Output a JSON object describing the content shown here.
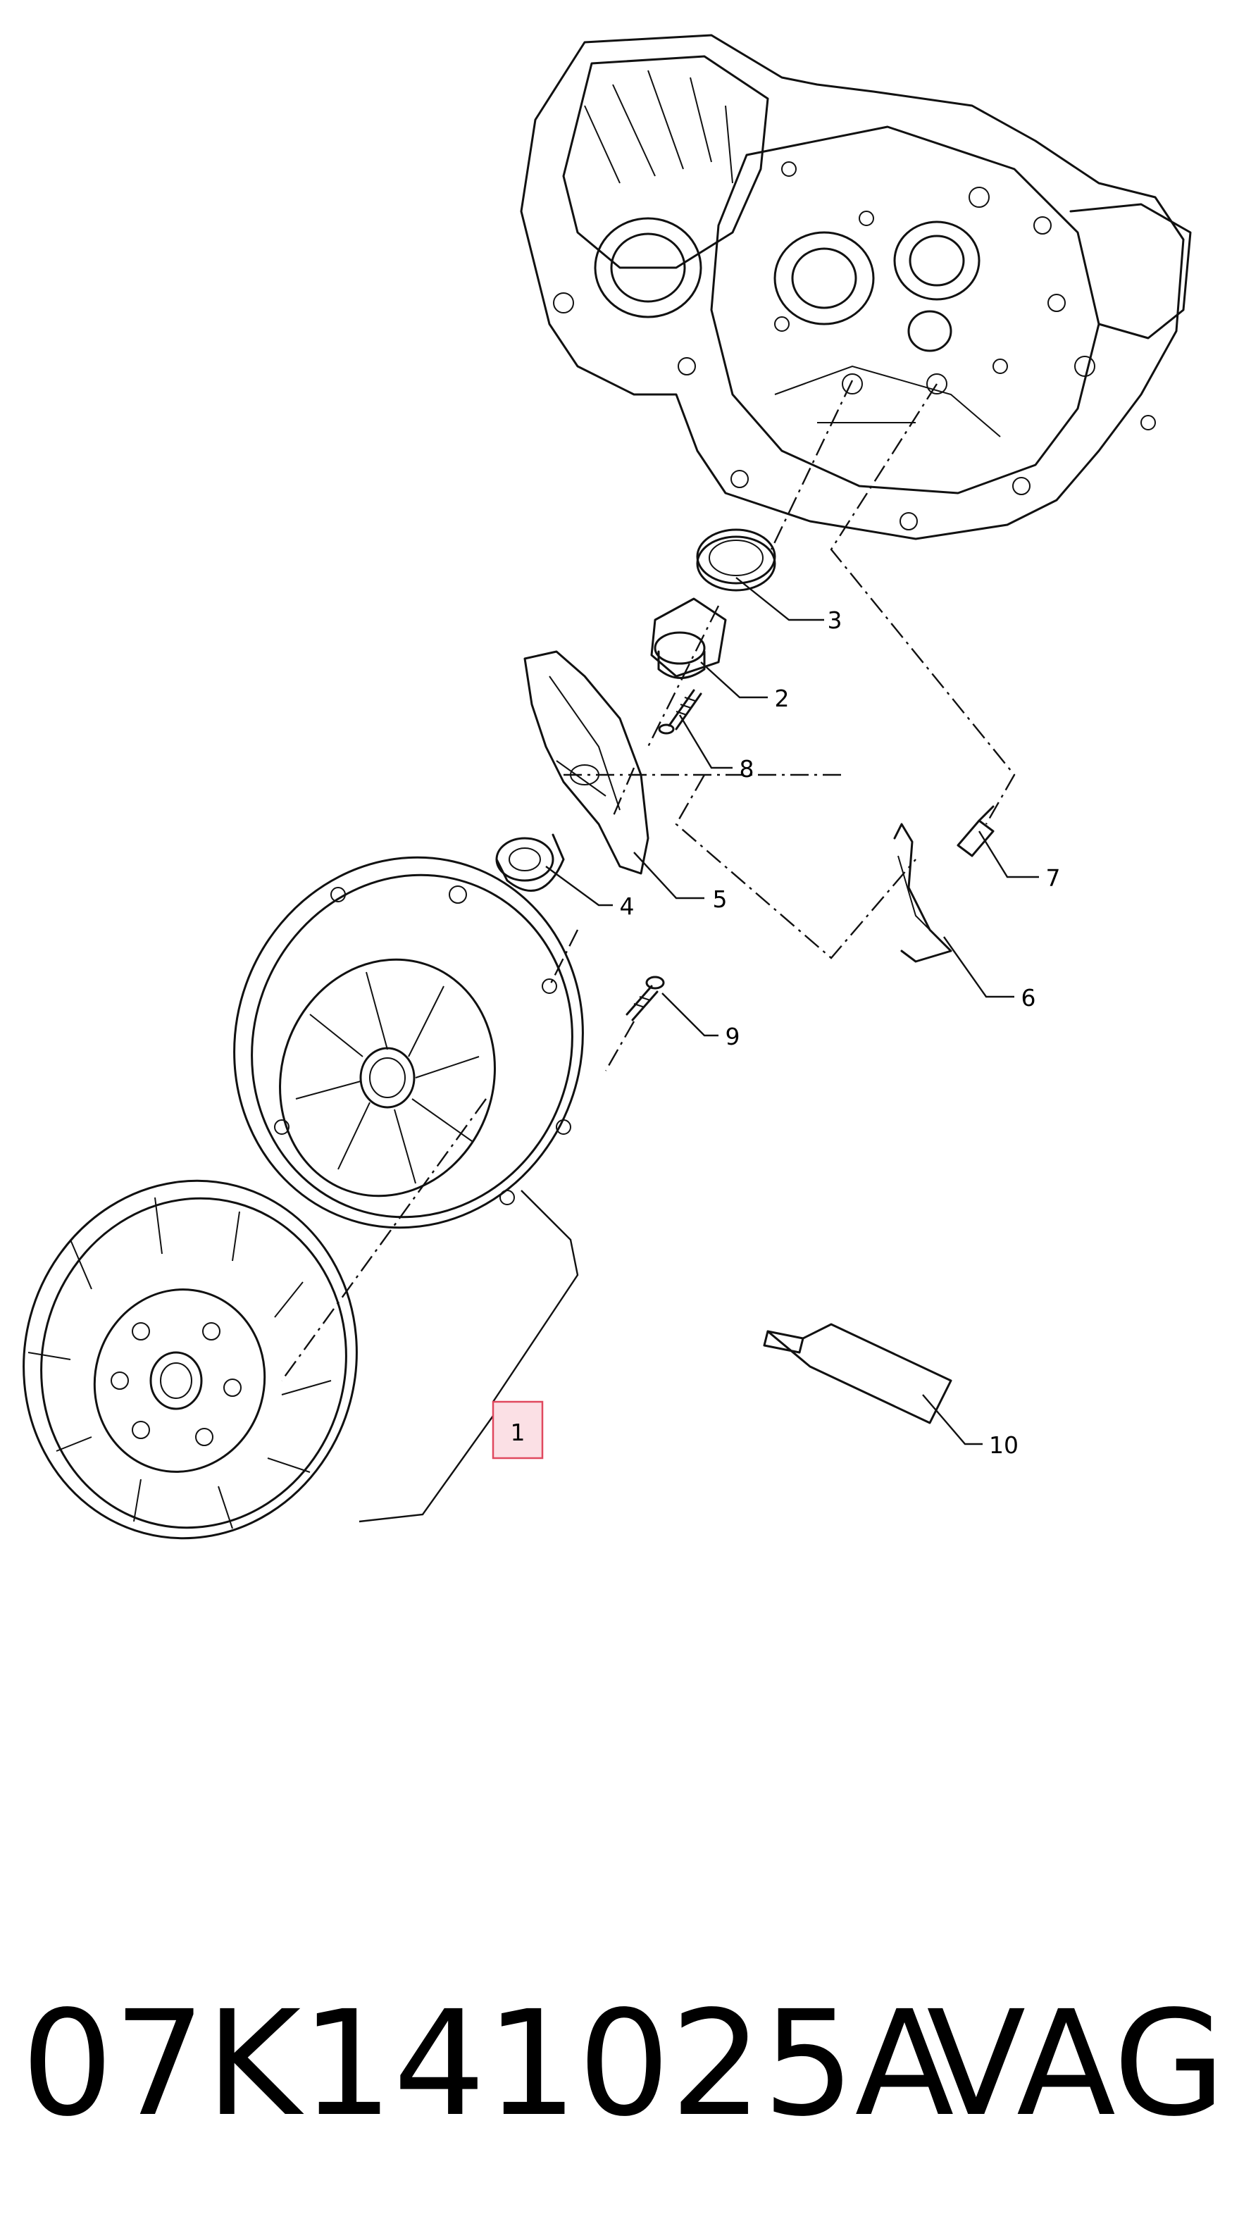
{
  "diagram": {
    "callouts": [
      {
        "id": "1",
        "label": "1",
        "highlighted": true
      },
      {
        "id": "2",
        "label": "2"
      },
      {
        "id": "3",
        "label": "3"
      },
      {
        "id": "4",
        "label": "4"
      },
      {
        "id": "5",
        "label": "5"
      },
      {
        "id": "6",
        "label": "6"
      },
      {
        "id": "7",
        "label": "7"
      },
      {
        "id": "8",
        "label": "8"
      },
      {
        "id": "9",
        "label": "9"
      },
      {
        "id": "10",
        "label": "10"
      }
    ],
    "highlight_color": "#e0485e"
  },
  "caption": {
    "part_number": "07K141025A",
    "brand": "VAG"
  }
}
